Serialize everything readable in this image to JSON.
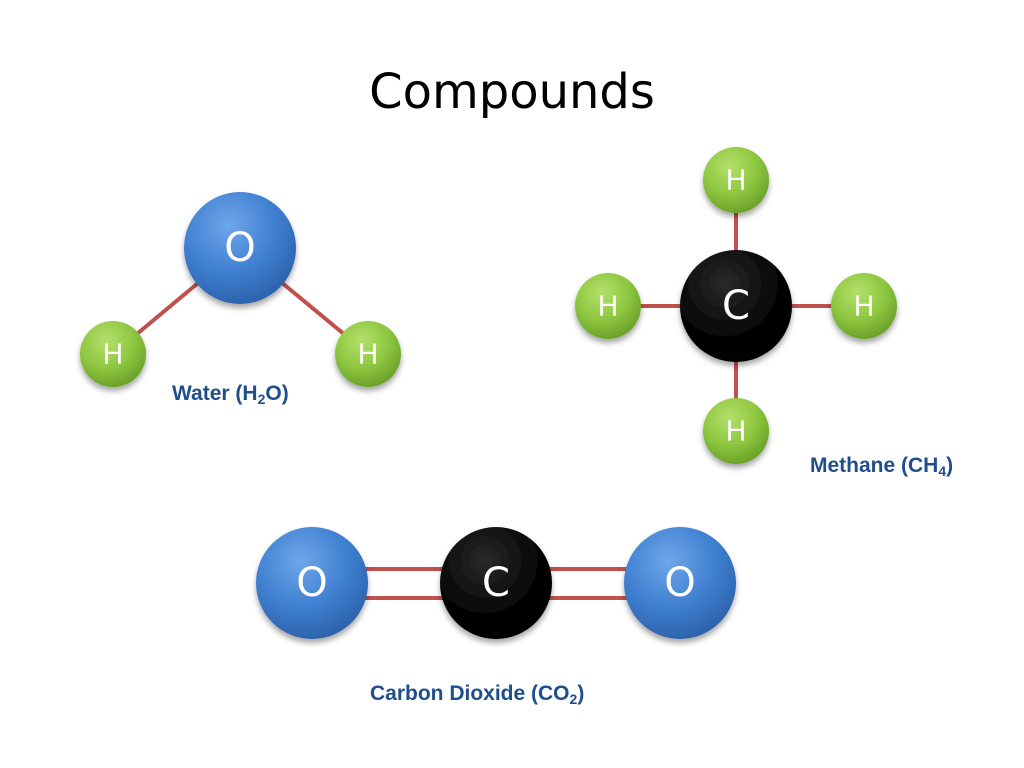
{
  "title": "Compounds",
  "colors": {
    "oxygen": "#3f7fd0",
    "hydrogen": "#8dc63f",
    "carbon": "#000000",
    "bond": "#c0504d",
    "caption": "#1f4e8c"
  },
  "molecules": {
    "water": {
      "caption_main": "Water (H",
      "caption_sub": "2",
      "caption_end": "O)",
      "atoms": {
        "o": "O",
        "h1": "H",
        "h2": "H"
      }
    },
    "methane": {
      "caption_main": "Methane (CH",
      "caption_sub": "4",
      "caption_end": ")",
      "atoms": {
        "c": "C",
        "h_top": "H",
        "h_left": "H",
        "h_right": "H",
        "h_bottom": "H"
      }
    },
    "carbon_dioxide": {
      "caption_main": "Carbon Dioxide (CO",
      "caption_sub": "2",
      "caption_end": ")",
      "atoms": {
        "o_left": "O",
        "c": "C",
        "o_right": "O"
      }
    }
  }
}
